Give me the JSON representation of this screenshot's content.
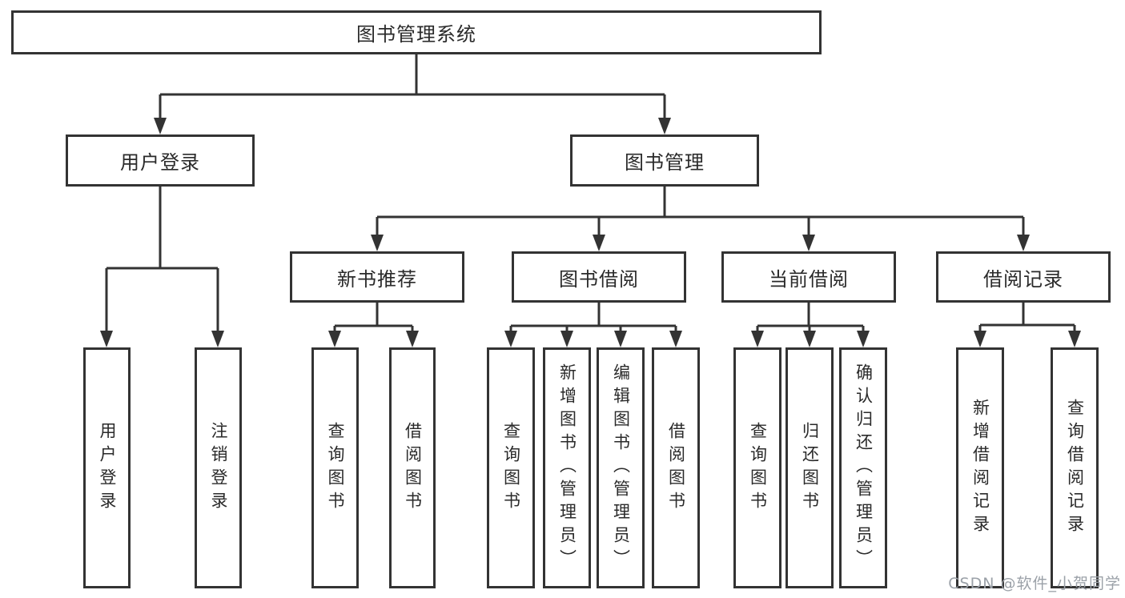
{
  "nodes": {
    "root": "图书管理系统",
    "level2": [
      "用户登录",
      "图书管理"
    ],
    "level3": [
      "新书推荐",
      "图书借阅",
      "当前借阅",
      "借阅记录"
    ],
    "login_children": [
      "用户登录",
      "注销登录"
    ],
    "recommend_children": [
      "查询图书",
      "借阅图书"
    ],
    "borrow_children": [
      "查询图书",
      "新增图书（管理员）",
      "编辑图书（管理员）",
      "借阅图书"
    ],
    "current_children": [
      "查询图书",
      "归还图书",
      "确认归还（管理员）"
    ],
    "records_children": [
      "新增借阅记录",
      "查询借阅记录"
    ]
  },
  "watermark": "CSDN @软件_小贺同学",
  "colors": {
    "line": "#333333",
    "box_background": "#ffffff",
    "text": "#2a2a2a",
    "watermark": "#9ba1a8"
  }
}
